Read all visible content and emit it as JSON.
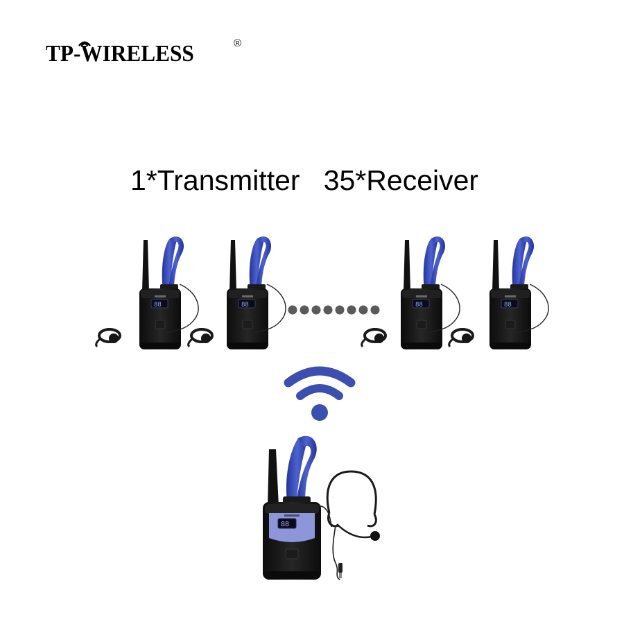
{
  "brand": {
    "logo_text": "TP-WIRELESS",
    "registered_mark": "®"
  },
  "headline": {
    "transmitter_label": "1*Transmitter",
    "receiver_label": "35*Receiver"
  },
  "devices": {
    "receiver_count_shown": 4,
    "transmitter_count_shown": 1,
    "receiver_display": "88",
    "transmitter_display": "88",
    "ellipsis_dots": 8
  },
  "colors": {
    "lanyard_blue": "#2f3fa8",
    "wifi_blue": "#3a4fb0",
    "device_black": "#141414",
    "dot_gray": "#5a5a5a",
    "transmitter_panel": "#8d96d8"
  },
  "icons": {
    "wifi_symbol": "wifi-icon",
    "logo_signal": "signal-waves-icon"
  }
}
